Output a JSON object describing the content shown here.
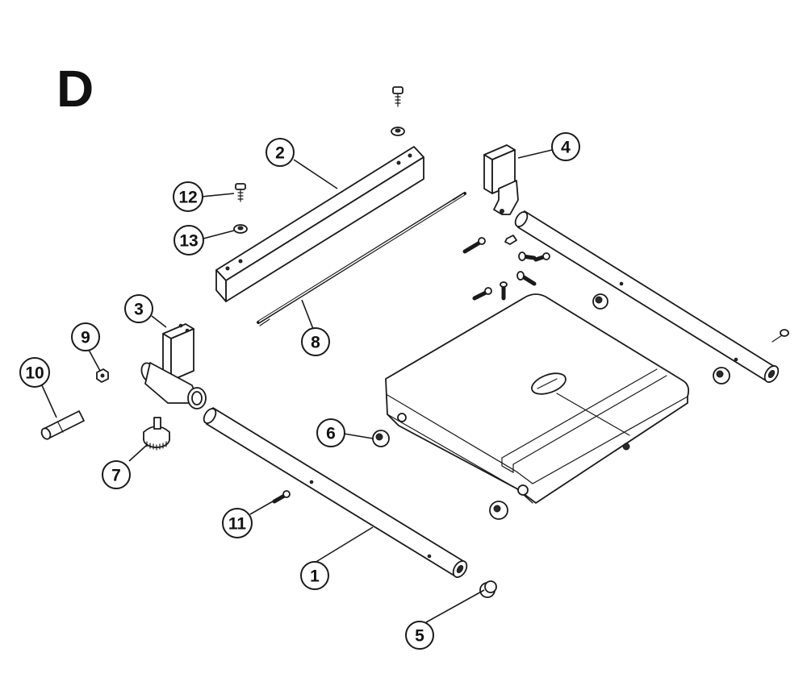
{
  "section_label": "D",
  "callouts": [
    {
      "id": "1",
      "label": "1"
    },
    {
      "id": "2",
      "label": "2"
    },
    {
      "id": "3",
      "label": "3"
    },
    {
      "id": "4",
      "label": "4"
    },
    {
      "id": "5",
      "label": "5"
    },
    {
      "id": "6",
      "label": "6"
    },
    {
      "id": "7",
      "label": "7"
    },
    {
      "id": "8",
      "label": "8"
    },
    {
      "id": "9",
      "label": "9"
    },
    {
      "id": "10",
      "label": "10"
    },
    {
      "id": "11",
      "label": "11"
    },
    {
      "id": "12",
      "label": "12"
    },
    {
      "id": "13",
      "label": "13"
    }
  ]
}
